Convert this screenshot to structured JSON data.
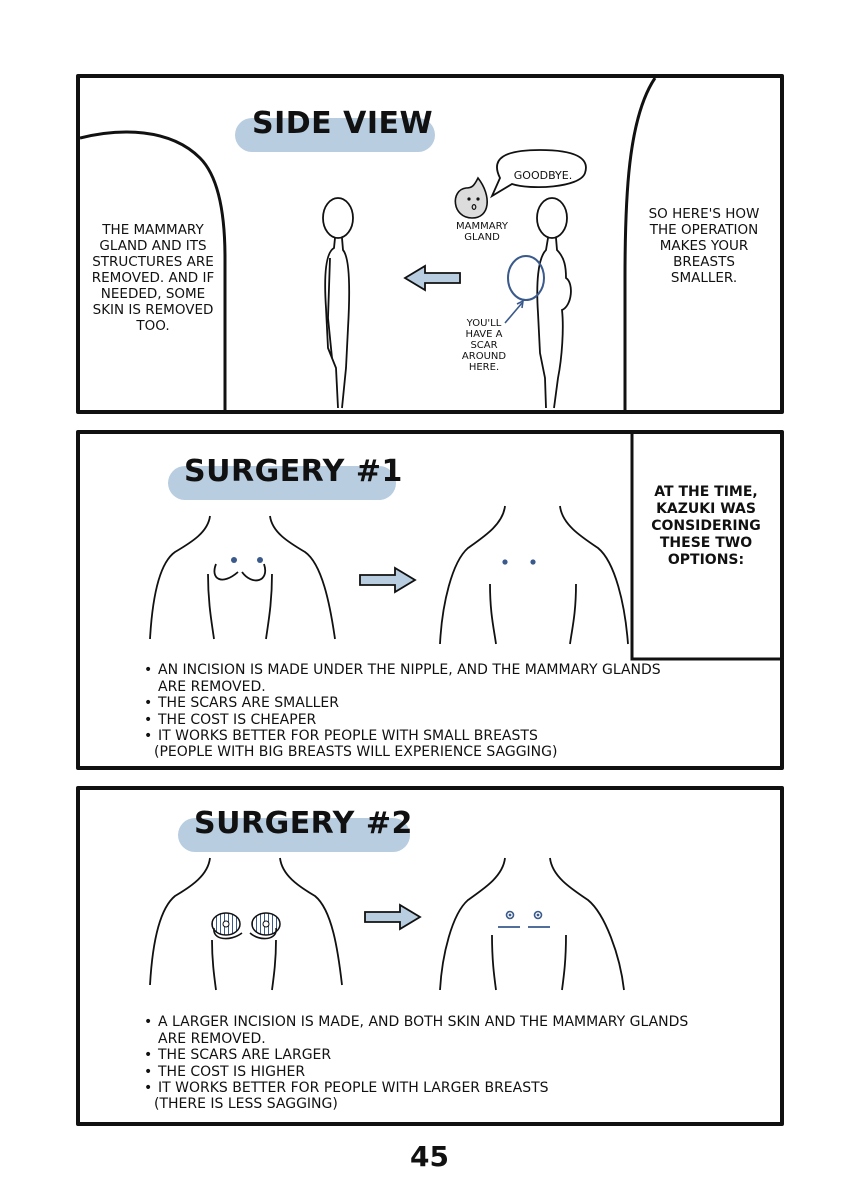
{
  "panel1": {
    "title": "SIDE VIEW",
    "left_text": "The mammary gland and its structures are removed. And if needed, some skin is removed too.",
    "speech": "GOODBYE.",
    "gland_label": "MAMMARY GLAND",
    "scar_label": "YOU'LL HAVE A SCAR AROUND HERE.",
    "right_text": "So here's how the operation makes your breasts smaller."
  },
  "panel2": {
    "title": "SURGERY #1",
    "side_text": "At the time, Kazuki was considering these two options:",
    "bullets": [
      "AN INCISION IS MADE UNDER THE NIPPLE, AND THE MAMMARY GLANDS ARE REMOVED.",
      "THE SCARS ARE SMALLER",
      "THE COST IS CHEAPER",
      "IT WORKS BETTER FOR PEOPLE WITH SMALL BREASTS"
    ],
    "note": "(PEOPLE WITH BIG BREASTS WILL EXPERIENCE SAGGING)"
  },
  "panel3": {
    "title": "SURGERY #2",
    "bullets": [
      "A LARGER INCISION IS MADE, AND BOTH SKIN AND THE MAMMARY GLANDS ARE REMOVED.",
      "THE SCARS ARE LARGER",
      "THE COST IS HIGHER",
      "IT WORKS BETTER FOR PEOPLE WITH LARGER BREASTS"
    ],
    "note": "(THERE IS LESS SAGGING)"
  },
  "page_number": "45",
  "colors": {
    "accent": "#b9cde0",
    "ink": "#111111",
    "blue_ink": "#3a5a8c"
  }
}
